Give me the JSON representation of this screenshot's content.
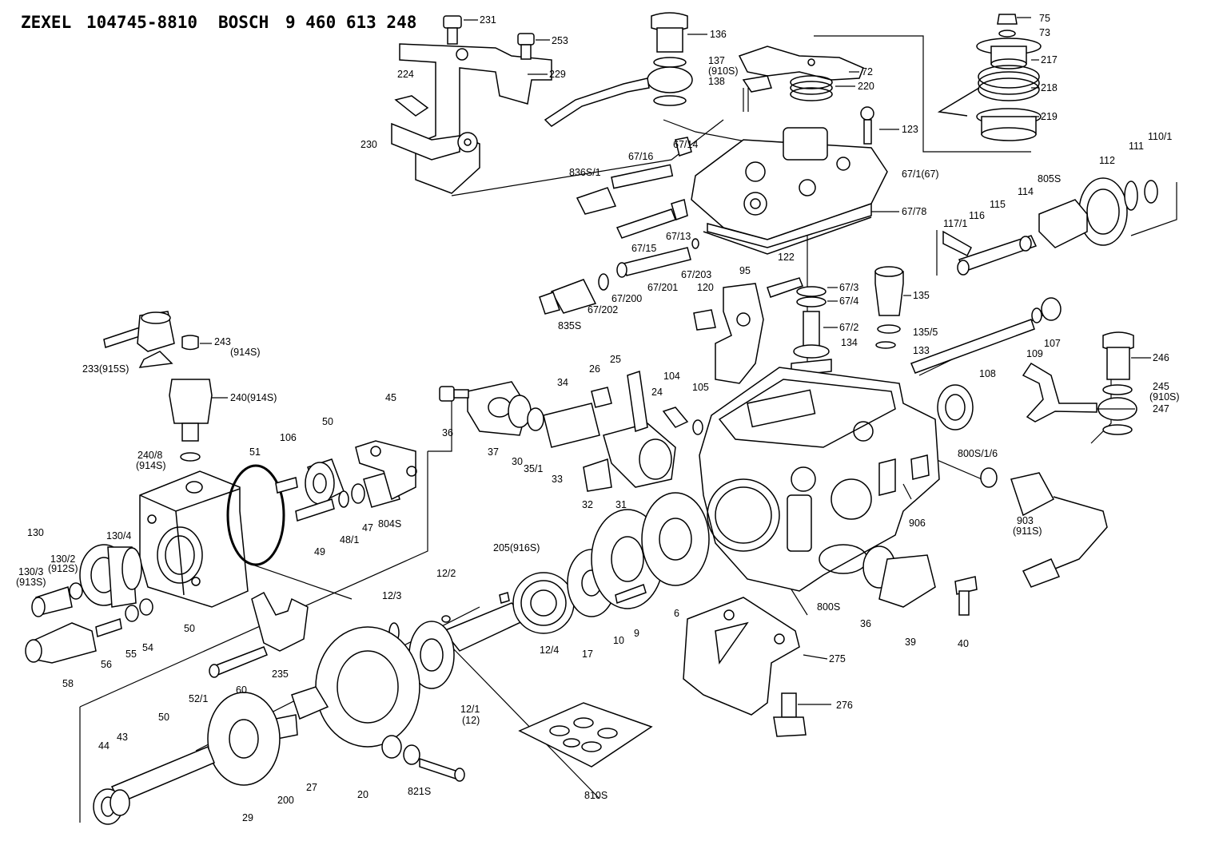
{
  "header": {
    "maker": "ZEXEL",
    "maker_part_no": "104745-8810",
    "oem": "BOSCH",
    "oem_part_no": "9 460 613 248"
  },
  "labels": [
    {
      "id": "231",
      "text": "231"
    },
    {
      "id": "253",
      "text": "253"
    },
    {
      "id": "229",
      "text": "229"
    },
    {
      "id": "224",
      "text": "224"
    },
    {
      "id": "230",
      "text": "230"
    },
    {
      "id": "136",
      "text": "136"
    },
    {
      "id": "137",
      "text": "137"
    },
    {
      "id": "137b",
      "text": "(910S)"
    },
    {
      "id": "138",
      "text": "138"
    },
    {
      "id": "72",
      "text": "72"
    },
    {
      "id": "220",
      "text": "220"
    },
    {
      "id": "75",
      "text": "75"
    },
    {
      "id": "73",
      "text": "73"
    },
    {
      "id": "217",
      "text": "217"
    },
    {
      "id": "218",
      "text": "218"
    },
    {
      "id": "219",
      "text": "219"
    },
    {
      "id": "123",
      "text": "123"
    },
    {
      "id": "67_14",
      "text": "67/14"
    },
    {
      "id": "67_16",
      "text": "67/16"
    },
    {
      "id": "836s1",
      "text": "836S/1"
    },
    {
      "id": "67_1",
      "text": "67/1(67)"
    },
    {
      "id": "67_78",
      "text": "67/78"
    },
    {
      "id": "67_13",
      "text": "67/13"
    },
    {
      "id": "67_15",
      "text": "67/15"
    },
    {
      "id": "67_203",
      "text": "67/203"
    },
    {
      "id": "67_201",
      "text": "67/201"
    },
    {
      "id": "67_200",
      "text": "67/200"
    },
    {
      "id": "67_202",
      "text": "67/202"
    },
    {
      "id": "835s",
      "text": "835S"
    },
    {
      "id": "95",
      "text": "95"
    },
    {
      "id": "120",
      "text": "120"
    },
    {
      "id": "122",
      "text": "122"
    },
    {
      "id": "67_3",
      "text": "67/3"
    },
    {
      "id": "67_4",
      "text": "67/4"
    },
    {
      "id": "67_2",
      "text": "67/2"
    },
    {
      "id": "135",
      "text": "135"
    },
    {
      "id": "135_5",
      "text": "135/5"
    },
    {
      "id": "134",
      "text": "134"
    },
    {
      "id": "133",
      "text": "133"
    },
    {
      "id": "112",
      "text": "112"
    },
    {
      "id": "111",
      "text": "111"
    },
    {
      "id": "110_1",
      "text": "110/1"
    },
    {
      "id": "805s",
      "text": "805S"
    },
    {
      "id": "114",
      "text": "114"
    },
    {
      "id": "115",
      "text": "115"
    },
    {
      "id": "116",
      "text": "116"
    },
    {
      "id": "117_1",
      "text": "117/1"
    },
    {
      "id": "109",
      "text": "109"
    },
    {
      "id": "107",
      "text": "107"
    },
    {
      "id": "108",
      "text": "108"
    },
    {
      "id": "246",
      "text": "246"
    },
    {
      "id": "245",
      "text": "245"
    },
    {
      "id": "245b",
      "text": "(910S)"
    },
    {
      "id": "247",
      "text": "247"
    },
    {
      "id": "800s16",
      "text": "800S/1/6"
    },
    {
      "id": "243",
      "text": "243"
    },
    {
      "id": "243b",
      "text": "(914S)"
    },
    {
      "id": "233",
      "text": "233(915S)"
    },
    {
      "id": "240",
      "text": "240(914S)"
    },
    {
      "id": "240_8",
      "text": "240/8"
    },
    {
      "id": "240_8b",
      "text": "(914S)"
    },
    {
      "id": "45",
      "text": "45"
    },
    {
      "id": "50a",
      "text": "50"
    },
    {
      "id": "51",
      "text": "51"
    },
    {
      "id": "106",
      "text": "106"
    },
    {
      "id": "804s",
      "text": "804S"
    },
    {
      "id": "47",
      "text": "47"
    },
    {
      "id": "48_1",
      "text": "48/1"
    },
    {
      "id": "49",
      "text": "49"
    },
    {
      "id": "26",
      "text": "26"
    },
    {
      "id": "25",
      "text": "25"
    },
    {
      "id": "24",
      "text": "24"
    },
    {
      "id": "34",
      "text": "34"
    },
    {
      "id": "36a",
      "text": "36"
    },
    {
      "id": "37",
      "text": "37"
    },
    {
      "id": "30",
      "text": "30"
    },
    {
      "id": "35_1",
      "text": "35/1"
    },
    {
      "id": "33",
      "text": "33"
    },
    {
      "id": "32",
      "text": "32"
    },
    {
      "id": "31",
      "text": "31"
    },
    {
      "id": "104",
      "text": "104"
    },
    {
      "id": "105",
      "text": "105"
    },
    {
      "id": "906",
      "text": "906"
    },
    {
      "id": "903",
      "text": "903"
    },
    {
      "id": "903b",
      "text": "(911S)"
    },
    {
      "id": "130",
      "text": "130"
    },
    {
      "id": "130_4",
      "text": "130/4"
    },
    {
      "id": "130_2",
      "text": "130/2"
    },
    {
      "id": "130_2b",
      "text": "(912S)"
    },
    {
      "id": "130_3",
      "text": "130/3"
    },
    {
      "id": "130_3b",
      "text": "(913S)"
    },
    {
      "id": "50b",
      "text": "50"
    },
    {
      "id": "54",
      "text": "54"
    },
    {
      "id": "55",
      "text": "55"
    },
    {
      "id": "56",
      "text": "56"
    },
    {
      "id": "58",
      "text": "58"
    },
    {
      "id": "60",
      "text": "60"
    },
    {
      "id": "235",
      "text": "235"
    },
    {
      "id": "205",
      "text": "205(916S)"
    },
    {
      "id": "12_2",
      "text": "12/2"
    },
    {
      "id": "12_3",
      "text": "12/3"
    },
    {
      "id": "12_4",
      "text": "12/4"
    },
    {
      "id": "17",
      "text": "17"
    },
    {
      "id": "10",
      "text": "10"
    },
    {
      "id": "9",
      "text": "9"
    },
    {
      "id": "6",
      "text": "6"
    },
    {
      "id": "800s",
      "text": "800S"
    },
    {
      "id": "36b",
      "text": "36"
    },
    {
      "id": "39",
      "text": "39"
    },
    {
      "id": "40",
      "text": "40"
    },
    {
      "id": "275",
      "text": "275"
    },
    {
      "id": "276",
      "text": "276"
    },
    {
      "id": "12_1",
      "text": "12/1"
    },
    {
      "id": "12_1b",
      "text": "(12)"
    },
    {
      "id": "52_1",
      "text": "52/1"
    },
    {
      "id": "50c",
      "text": "50"
    },
    {
      "id": "44",
      "text": "44"
    },
    {
      "id": "43",
      "text": "43"
    },
    {
      "id": "29",
      "text": "29"
    },
    {
      "id": "200",
      "text": "200"
    },
    {
      "id": "27",
      "text": "27"
    },
    {
      "id": "20",
      "text": "20"
    },
    {
      "id": "821s",
      "text": "821S"
    },
    {
      "id": "810s",
      "text": "810S"
    }
  ]
}
